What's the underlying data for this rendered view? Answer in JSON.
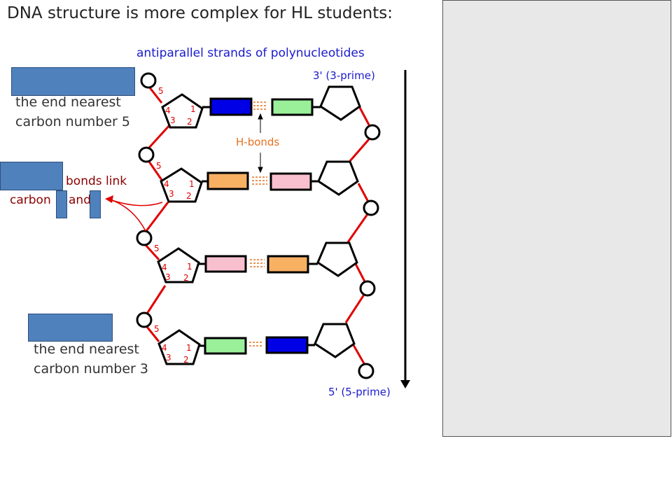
{
  "slide": {
    "title": "DNA structure is more complex for HL students:"
  },
  "diagram": {
    "strand_label": "antiparallel strands of polynucleotides",
    "top_right_label": "3' (3-prime)",
    "bottom_right_label": "5' (5-prime)",
    "hbonds_label": "H-bonds",
    "carbon_numbers": {
      "c1": "1",
      "c2": "2",
      "c3": "3",
      "c4": "4",
      "c5": "5"
    }
  },
  "annotations": {
    "top_end_line1": "the end nearest",
    "top_end_line2": "carbon number 5",
    "bonds_text": "bonds link",
    "carbon_text": "carbon",
    "and_text": "and",
    "bottom_end_line1": "the end nearest",
    "bottom_end_line2": "carbon number 3"
  },
  "colors": {
    "backbone": "#e00000",
    "blue_base": "#0000e6",
    "green_base": "#99f099",
    "orange_base": "#f8b063",
    "pink_base": "#f8c0cf",
    "hidden_box": "#4f81bd",
    "label_blue": "#1a1acd",
    "label_orange": "#e8701e",
    "carbon_red": "#e00000"
  }
}
